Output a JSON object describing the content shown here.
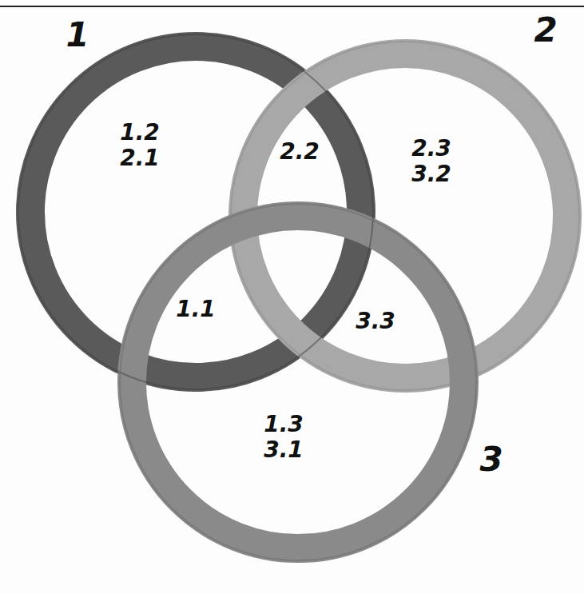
{
  "diagram": {
    "labels": [
      "1",
      "2",
      "3",
      "1.2 2.1",
      "2.2",
      "2.3 3.2",
      "1.1",
      "3.3",
      "1.3 3.1"
    ]
  }
}
